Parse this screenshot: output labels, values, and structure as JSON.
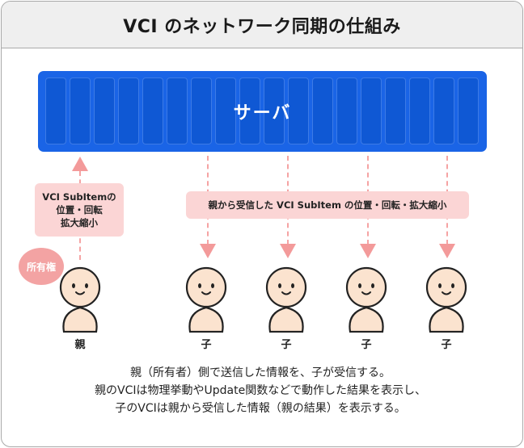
{
  "header": {
    "title": "VCI のネットワーク同期の仕組み"
  },
  "server": {
    "label": "サーバ"
  },
  "upload_box": {
    "line1": "VCI SubItemの",
    "line2": "位置・回転",
    "line3": "拡大縮小"
  },
  "broadcast_box": {
    "label": "親から受信した VCI SubItem の位置・回転・拡大縮小"
  },
  "owner_badge": {
    "label": "所有権"
  },
  "people": [
    {
      "label": "親"
    },
    {
      "label": "子"
    },
    {
      "label": "子"
    },
    {
      "label": "子"
    },
    {
      "label": "子"
    }
  ],
  "caption": {
    "line1": "親（所有者）側で送信した情報を、子が受信する。",
    "line2": "親のVCIは物理挙動やUpdate関数などで動作した結果を表示し、",
    "line3": "子のVCIは親から受信した情報（親の結果）を表示する。"
  },
  "colors": {
    "server": "#1a64e6",
    "arrow": "#f39a9a",
    "box": "#fbd5d5",
    "badge": "#f3a3a3",
    "person": "#fbe3cf"
  }
}
